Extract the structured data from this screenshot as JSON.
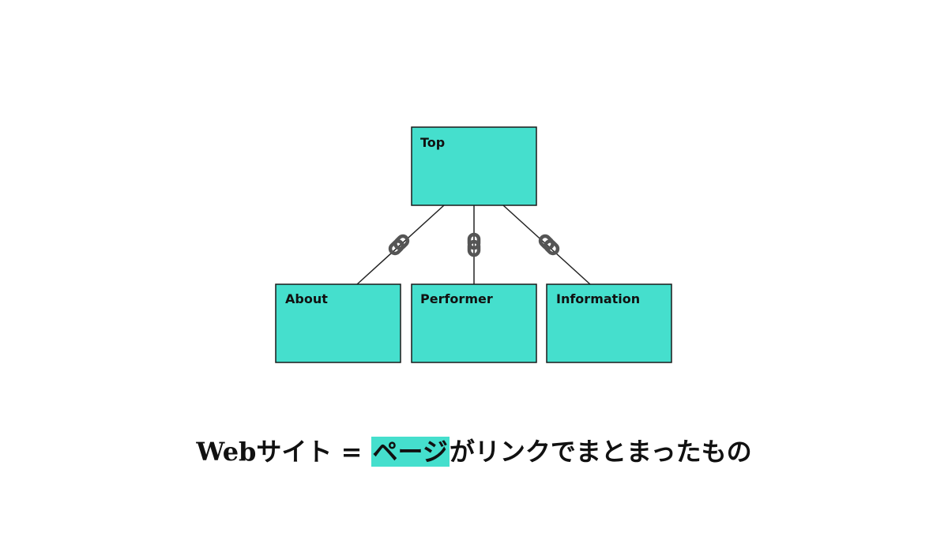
{
  "colors": {
    "node_fill": "#45dfcd",
    "node_stroke": "#1a1a1a",
    "edge": "#222222",
    "link_icon": "#555555",
    "highlight": "#45dfcd"
  },
  "diagram": {
    "nodes": {
      "top": "Top",
      "about": "About",
      "performer": "Performer",
      "information": "Information"
    },
    "link_icon": "link-chain-icon"
  },
  "caption": {
    "before": "Webサイト = ",
    "highlight": "ページ",
    "after": "がリンクでまとまったもの"
  }
}
